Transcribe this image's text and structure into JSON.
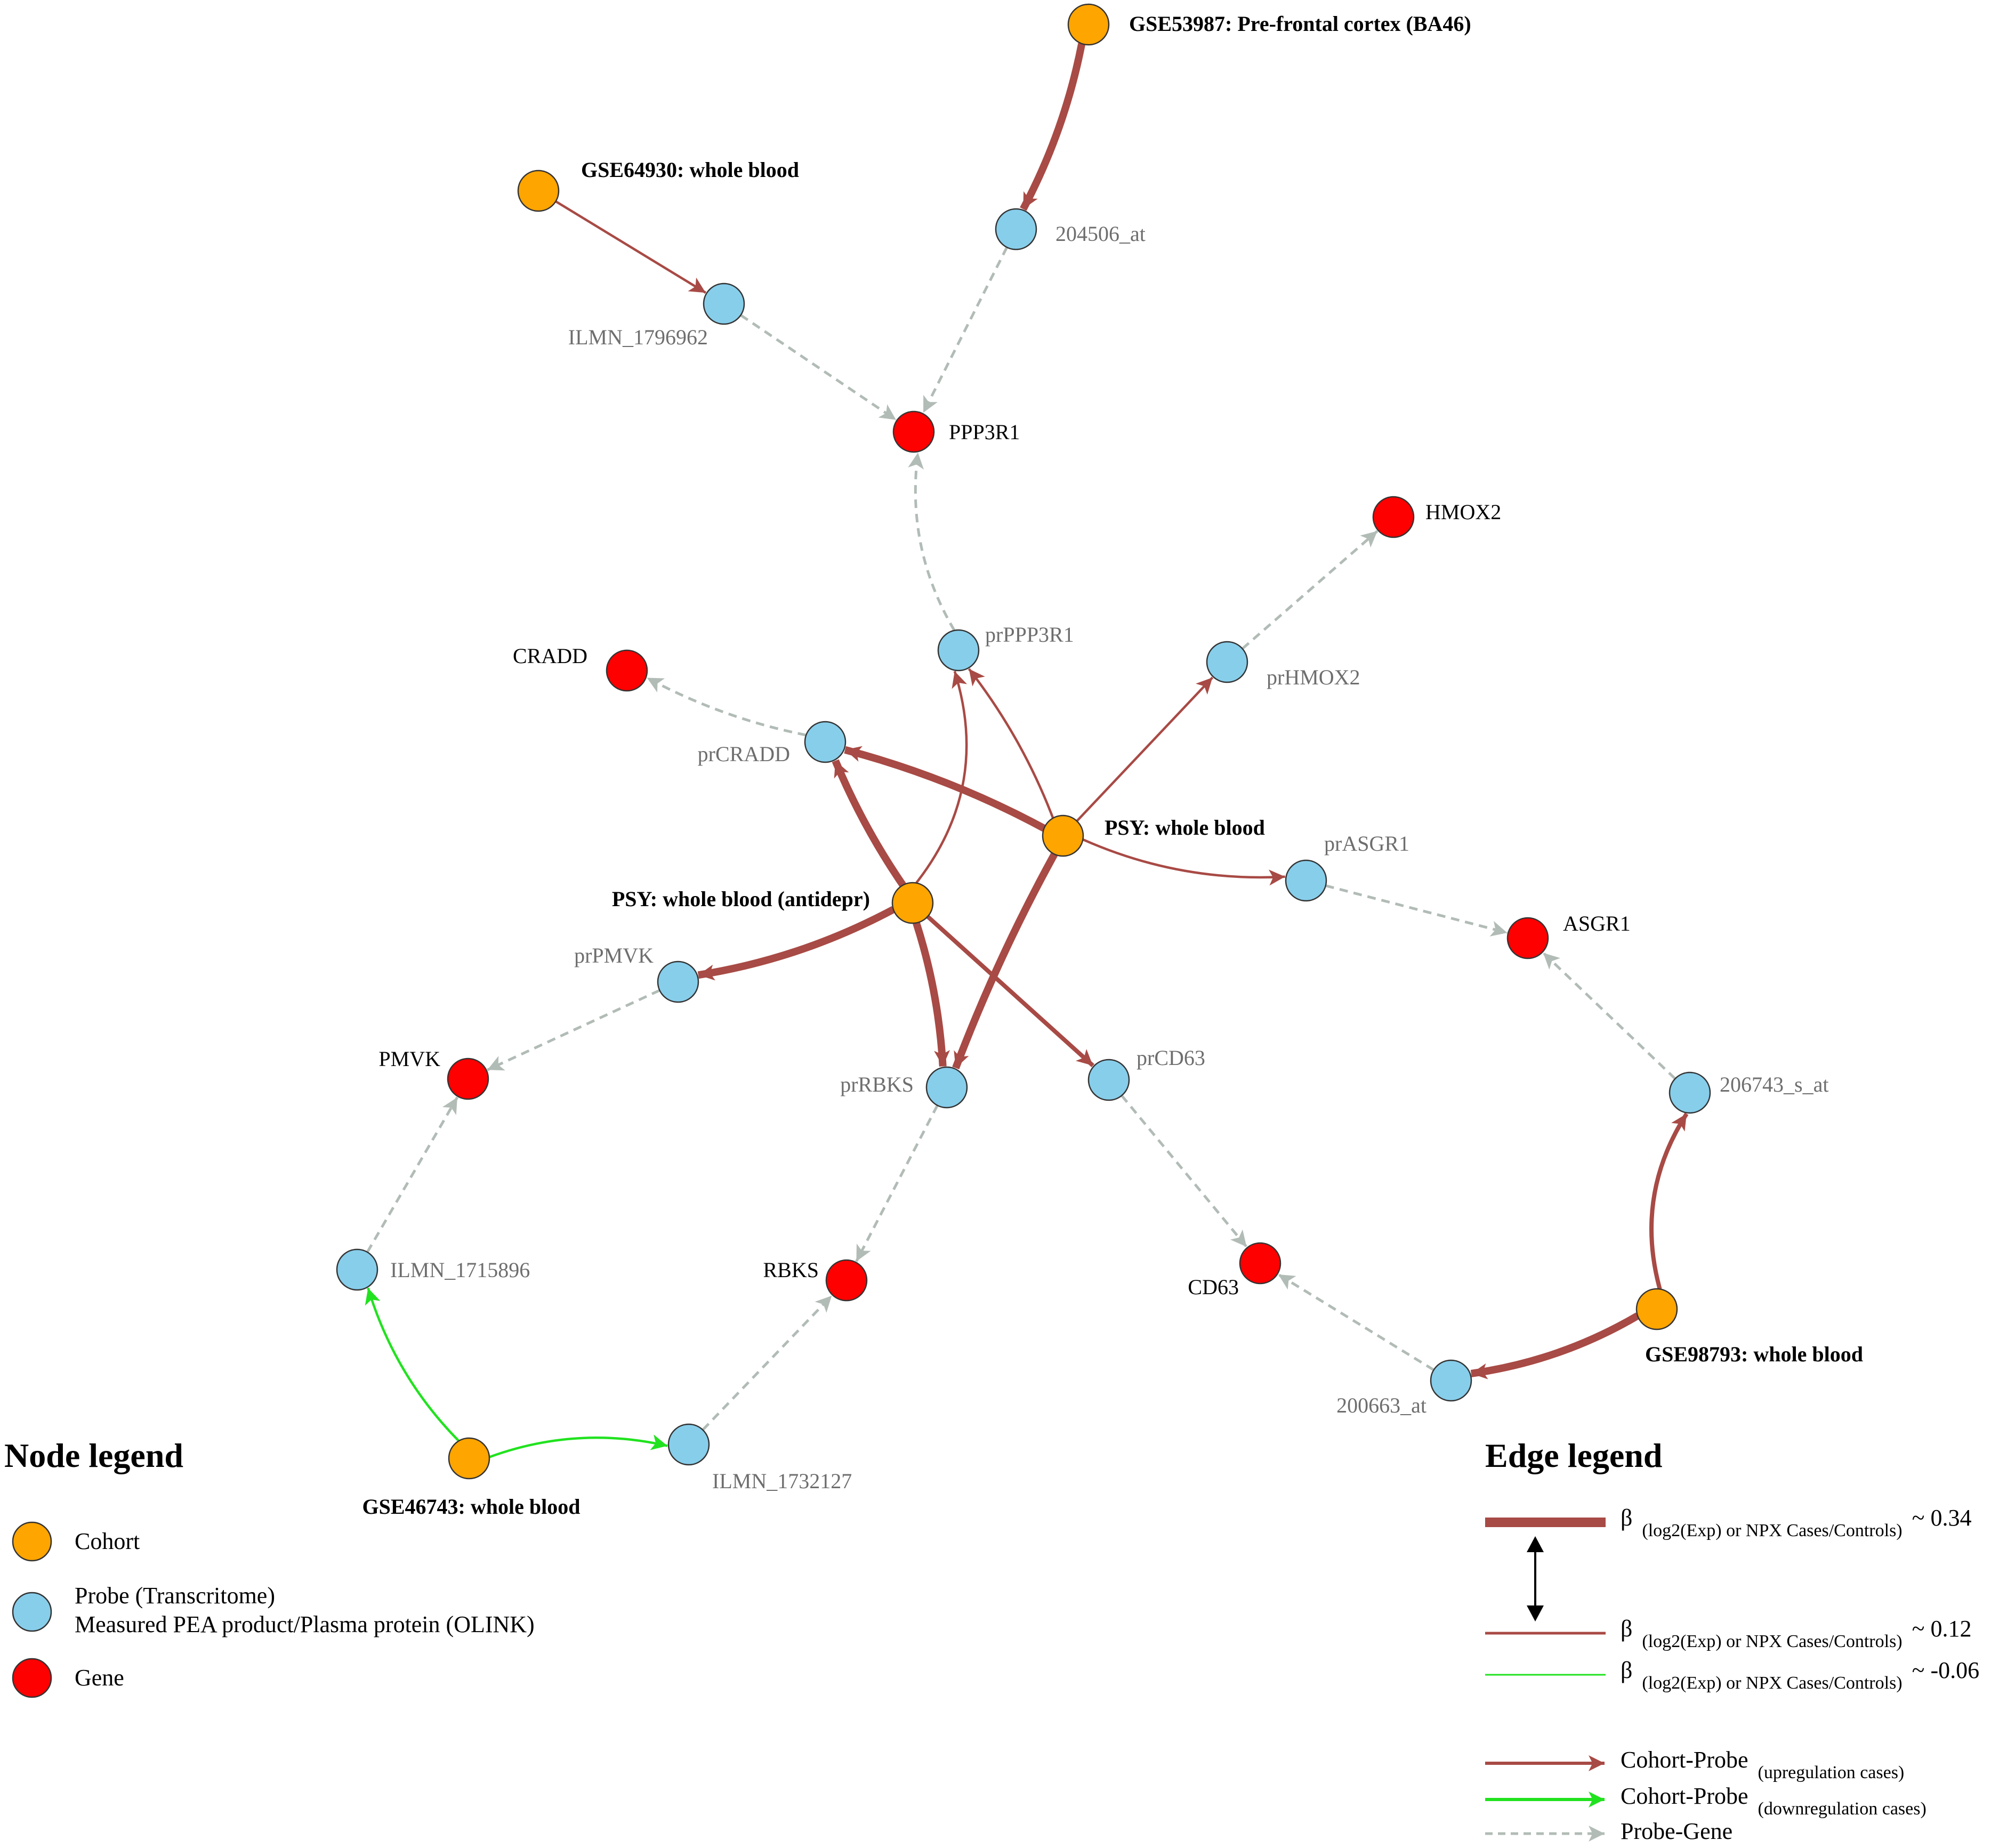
{
  "colors": {
    "cohort": "#ffa500",
    "probe": "#87ceeb",
    "gene": "#ff0000",
    "up_edge": "#a84a45",
    "down_edge": "#21e21f",
    "probe_gene_edge": "#b2bcb6",
    "node_stroke": "#333333"
  },
  "nodes": [
    {
      "id": "gse53987",
      "type": "cohort",
      "label": "GSE53987: Pre-frontal cortex (BA46)"
    },
    {
      "id": "gse64930",
      "type": "cohort",
      "label": "GSE64930: whole blood"
    },
    {
      "id": "p204506",
      "type": "probe",
      "label": "204506_at"
    },
    {
      "id": "ilmn1796962",
      "type": "probe",
      "label": "ILMN_1796962"
    },
    {
      "id": "ppp3r1",
      "type": "gene",
      "label": "PPP3R1"
    },
    {
      "id": "hmox2",
      "type": "gene",
      "label": "HMOX2"
    },
    {
      "id": "prppp3r1",
      "type": "probe",
      "label": "prPPP3R1"
    },
    {
      "id": "prhmox2",
      "type": "probe",
      "label": "prHMOX2"
    },
    {
      "id": "cradd",
      "type": "gene",
      "label": "CRADD"
    },
    {
      "id": "prcradd",
      "type": "probe",
      "label": "prCRADD"
    },
    {
      "id": "psy",
      "type": "cohort",
      "label": "PSY: whole blood"
    },
    {
      "id": "prasgr1",
      "type": "probe",
      "label": "prASGR1"
    },
    {
      "id": "psyad",
      "type": "cohort",
      "label": "PSY: whole blood (antidepr)"
    },
    {
      "id": "asgr1",
      "type": "gene",
      "label": "ASGR1"
    },
    {
      "id": "prpmvk",
      "type": "probe",
      "label": "prPMVK"
    },
    {
      "id": "pmvk",
      "type": "gene",
      "label": "PMVK"
    },
    {
      "id": "prrbks",
      "type": "probe",
      "label": "prRBKS"
    },
    {
      "id": "prcd63",
      "type": "probe",
      "label": "prCD63"
    },
    {
      "id": "p206743",
      "type": "probe",
      "label": "206743_s_at"
    },
    {
      "id": "ilmn1715896",
      "type": "probe",
      "label": "ILMN_1715896"
    },
    {
      "id": "rbks",
      "type": "gene",
      "label": "RBKS"
    },
    {
      "id": "cd63",
      "type": "gene",
      "label": "CD63"
    },
    {
      "id": "gse98793",
      "type": "cohort",
      "label": "GSE98793: whole blood"
    },
    {
      "id": "p200663",
      "type": "probe",
      "label": "200663_at"
    },
    {
      "id": "gse46743",
      "type": "cohort",
      "label": "GSE46743: whole blood"
    },
    {
      "id": "ilmn1732127",
      "type": "probe",
      "label": "ILMN_1732127"
    }
  ],
  "edges": [
    {
      "from": "gse53987",
      "to": "p204506",
      "kind": "cohort-probe-up",
      "weight": "thick"
    },
    {
      "from": "gse64930",
      "to": "ilmn1796962",
      "kind": "cohort-probe-up",
      "weight": "thin"
    },
    {
      "from": "p204506",
      "to": "ppp3r1",
      "kind": "probe-gene"
    },
    {
      "from": "ilmn1796962",
      "to": "ppp3r1",
      "kind": "probe-gene"
    },
    {
      "from": "prppp3r1",
      "to": "ppp3r1",
      "kind": "probe-gene"
    },
    {
      "from": "prhmox2",
      "to": "hmox2",
      "kind": "probe-gene"
    },
    {
      "from": "prcradd",
      "to": "cradd",
      "kind": "probe-gene"
    },
    {
      "from": "prasgr1",
      "to": "asgr1",
      "kind": "probe-gene"
    },
    {
      "from": "prpmvk",
      "to": "pmvk",
      "kind": "probe-gene"
    },
    {
      "from": "prrbks",
      "to": "rbks",
      "kind": "probe-gene"
    },
    {
      "from": "prcd63",
      "to": "cd63",
      "kind": "probe-gene"
    },
    {
      "from": "p206743",
      "to": "asgr1",
      "kind": "probe-gene"
    },
    {
      "from": "ilmn1715896",
      "to": "pmvk",
      "kind": "probe-gene"
    },
    {
      "from": "p200663",
      "to": "cd63",
      "kind": "probe-gene"
    },
    {
      "from": "ilmn1732127",
      "to": "rbks",
      "kind": "probe-gene"
    },
    {
      "from": "psy",
      "to": "prcradd",
      "kind": "cohort-probe-up",
      "weight": "thick"
    },
    {
      "from": "psy",
      "to": "prppp3r1",
      "kind": "cohort-probe-up",
      "weight": "thin"
    },
    {
      "from": "psy",
      "to": "prhmox2",
      "kind": "cohort-probe-up",
      "weight": "thin"
    },
    {
      "from": "psy",
      "to": "prasgr1",
      "kind": "cohort-probe-up",
      "weight": "thin"
    },
    {
      "from": "psy",
      "to": "prrbks",
      "kind": "cohort-probe-up",
      "weight": "thick"
    },
    {
      "from": "psyad",
      "to": "prcradd",
      "kind": "cohort-probe-up",
      "weight": "thick"
    },
    {
      "from": "psyad",
      "to": "prppp3r1",
      "kind": "cohort-probe-up",
      "weight": "thin"
    },
    {
      "from": "psyad",
      "to": "prpmvk",
      "kind": "cohort-probe-up",
      "weight": "thick"
    },
    {
      "from": "psyad",
      "to": "prrbks",
      "kind": "cohort-probe-up",
      "weight": "thick"
    },
    {
      "from": "psyad",
      "to": "prcd63",
      "kind": "cohort-probe-up",
      "weight": "mid"
    },
    {
      "from": "gse98793",
      "to": "p206743",
      "kind": "cohort-probe-up",
      "weight": "mid"
    },
    {
      "from": "gse98793",
      "to": "p200663",
      "kind": "cohort-probe-up",
      "weight": "thick"
    },
    {
      "from": "gse46743",
      "to": "ilmn1715896",
      "kind": "cohort-probe-down",
      "weight": "thin"
    },
    {
      "from": "gse46743",
      "to": "ilmn1732127",
      "kind": "cohort-probe-down",
      "weight": "thin"
    }
  ],
  "node_legend": {
    "title": "Node legend",
    "items": [
      {
        "type": "cohort",
        "lines": [
          "Cohort"
        ]
      },
      {
        "type": "probe",
        "lines": [
          "Probe (Transcritome)",
          "Measured PEA product/Plasma protein (OLINK)"
        ]
      },
      {
        "type": "gene",
        "lines": [
          "Gene"
        ]
      }
    ]
  },
  "edge_legend": {
    "title": "Edge legend",
    "beta_symbol": "β",
    "beta_subscript": "(log2(Exp) or NPX Cases/Controls)",
    "beta_rows": [
      {
        "value": "~ 0.34",
        "style": "thick-up"
      },
      {
        "value": "~ 0.12",
        "style": "thin-up"
      },
      {
        "value": "~ -0.06",
        "style": "thin-down"
      }
    ],
    "arrow_rows": [
      {
        "label": "Cohort-Probe",
        "sub": "(upregulation cases)",
        "style": "up"
      },
      {
        "label": "Cohort-Probe",
        "sub": "(downregulation cases)",
        "style": "down"
      },
      {
        "label": "Probe-Gene",
        "sub": "",
        "style": "probe-gene"
      }
    ]
  }
}
